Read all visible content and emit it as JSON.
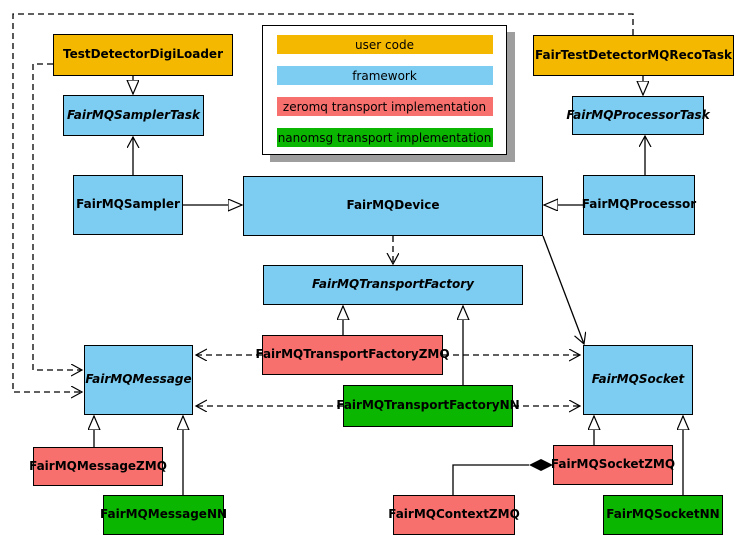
{
  "diagram": {
    "title": "FairMQ class diagram",
    "colors": {
      "user_code": "#F5B800",
      "framework": "#7CCDF1",
      "zeromq": "#F8706E",
      "nanomsg": "#0BB600",
      "border": "#000000",
      "legend_shadow": "#9E9E9E",
      "line": "#000000"
    },
    "legend": {
      "items": [
        {
          "label": "user code",
          "color_key": "user_code"
        },
        {
          "label": "framework",
          "color_key": "framework"
        },
        {
          "label": "zeromq transport implementation",
          "color_key": "zeromq"
        },
        {
          "label": "nanomsg transport implementation",
          "color_key": "nanomsg"
        }
      ]
    },
    "nodes": {
      "testDetectorDigiLoader": {
        "label": "TestDetectorDigiLoader",
        "category": "user_code",
        "abstract": false
      },
      "fairTestDetectorMQRecoTask": {
        "label": "FairTestDetectorMQRecoTask",
        "category": "user_code",
        "abstract": false
      },
      "fairMQSamplerTask": {
        "label": "FairMQSamplerTask",
        "category": "framework",
        "abstract": true
      },
      "fairMQProcessorTask": {
        "label": "FairMQProcessorTask",
        "category": "framework",
        "abstract": true
      },
      "fairMQSampler": {
        "label": "FairMQSampler",
        "category": "framework",
        "abstract": false
      },
      "fairMQDevice": {
        "label": "FairMQDevice",
        "category": "framework",
        "abstract": false
      },
      "fairMQProcessor": {
        "label": "FairMQProcessor",
        "category": "framework",
        "abstract": false
      },
      "fairMQTransportFactory": {
        "label": "FairMQTransportFactory",
        "category": "framework",
        "abstract": true
      },
      "fairMQTransportFactoryZMQ": {
        "label": "FairMQTransportFactoryZMQ",
        "category": "zeromq",
        "abstract": false
      },
      "fairMQTransportFactoryNN": {
        "label": "FairMQTransportFactoryNN",
        "category": "nanomsg",
        "abstract": false
      },
      "fairMQMessage": {
        "label": "FairMQMessage",
        "category": "framework",
        "abstract": true
      },
      "fairMQSocket": {
        "label": "FairMQSocket",
        "category": "framework",
        "abstract": true
      },
      "fairMQMessageZMQ": {
        "label": "FairMQMessageZMQ",
        "category": "zeromq",
        "abstract": false
      },
      "fairMQMessageNN": {
        "label": "FairMQMessageNN",
        "category": "nanomsg",
        "abstract": false
      },
      "fairMQSocketZMQ": {
        "label": "FairMQSocketZMQ",
        "category": "zeromq",
        "abstract": false
      },
      "fairMQSocketNN": {
        "label": "FairMQSocketNN",
        "category": "nanomsg",
        "abstract": false
      },
      "fairMQContextZMQ": {
        "label": "FairMQContextZMQ",
        "category": "zeromq",
        "abstract": false
      }
    },
    "edges": [
      {
        "from": "TestDetectorDigiLoader",
        "to": "FairMQSamplerTask",
        "type": "inheritance"
      },
      {
        "from": "FairTestDetectorMQRecoTask",
        "to": "FairMQProcessorTask",
        "type": "inheritance"
      },
      {
        "from": "FairMQSampler",
        "to": "FairMQSamplerTask",
        "type": "association"
      },
      {
        "from": "FairMQProcessor",
        "to": "FairMQProcessorTask",
        "type": "association"
      },
      {
        "from": "FairMQSampler",
        "to": "FairMQDevice",
        "type": "inheritance"
      },
      {
        "from": "FairMQProcessor",
        "to": "FairMQDevice",
        "type": "inheritance"
      },
      {
        "from": "FairMQDevice",
        "to": "FairMQTransportFactory",
        "type": "dependency-dashed"
      },
      {
        "from": "FairMQDevice",
        "to": "FairMQSocket",
        "type": "association"
      },
      {
        "from": "FairMQTransportFactoryZMQ",
        "to": "FairMQTransportFactory",
        "type": "inheritance"
      },
      {
        "from": "FairMQTransportFactoryNN",
        "to": "FairMQTransportFactory",
        "type": "inheritance"
      },
      {
        "from": "FairMQTransportFactoryZMQ",
        "to": "FairMQMessage",
        "type": "dependency-dashed"
      },
      {
        "from": "FairMQTransportFactoryZMQ",
        "to": "FairMQSocket",
        "type": "dependency-dashed"
      },
      {
        "from": "FairMQTransportFactoryNN",
        "to": "FairMQMessage",
        "type": "dependency-dashed"
      },
      {
        "from": "FairMQTransportFactoryNN",
        "to": "FairMQSocket",
        "type": "dependency-dashed"
      },
      {
        "from": "FairMQMessageZMQ",
        "to": "FairMQMessage",
        "type": "inheritance"
      },
      {
        "from": "FairMQMessageNN",
        "to": "FairMQMessage",
        "type": "inheritance"
      },
      {
        "from": "FairMQSocketZMQ",
        "to": "FairMQSocket",
        "type": "inheritance"
      },
      {
        "from": "FairMQSocketNN",
        "to": "FairMQSocket",
        "type": "inheritance"
      },
      {
        "from": "FairMQSocketZMQ",
        "to": "FairMQContextZMQ",
        "type": "composition"
      },
      {
        "from": "TestDetectorDigiLoader",
        "to": "FairMQMessage",
        "type": "dependency-dashed"
      },
      {
        "from": "FairTestDetectorMQRecoTask",
        "to": "FairMQMessage",
        "type": "dependency-dashed"
      }
    ]
  }
}
